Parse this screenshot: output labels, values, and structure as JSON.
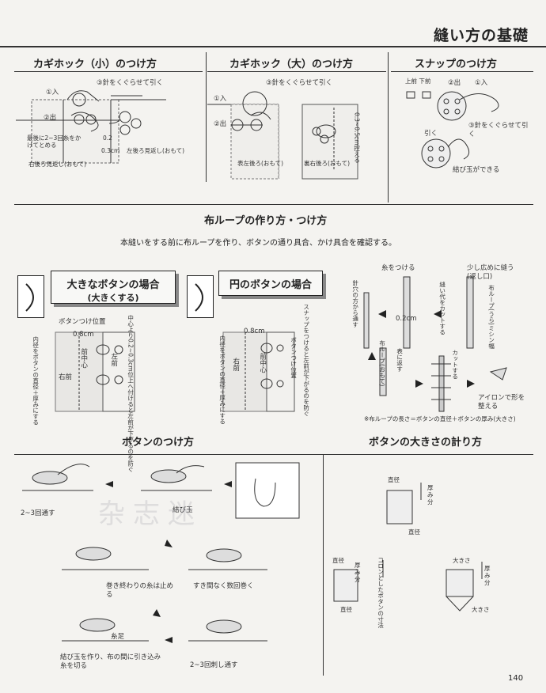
{
  "header": {
    "title": "縫い方の基礎"
  },
  "hook_small": {
    "title": "カギホック（小）のつけ方",
    "step1": "①入",
    "step2": "②出",
    "step3": "③針をくぐらせて引く",
    "note_finish": "最後に2~3回糸をかけてとめる",
    "dim_02": "0.2",
    "dim_03": "0.3cm",
    "label_right_back": "右後ろ見返し(おもて)",
    "label_left_back": "左後ろ見返し(おもて)"
  },
  "hook_large": {
    "title": "カギホック（大）のつけ方",
    "step1": "①入",
    "step2": "②出",
    "step3": "③針をくぐらせて引く",
    "label_left_back": "表左後ろ(おもて)",
    "label_right_back": "裏右後ろ(おもて)",
    "dim_note": "0.3~0.5cm控える"
  },
  "snap": {
    "title": "スナップのつけ方",
    "upper_lower": "上前 下前",
    "step2": "②出",
    "step1": "①入",
    "step3": "③針をくぐらせて引く",
    "pull": "引く",
    "knot": "結び玉ができる"
  },
  "loop": {
    "title": "布ループの作り方・つけ方",
    "intro": "本縫いをする前に布ループを作り、ボタンの通り具合、かけ具合を確認する。",
    "large_button_title": "大きなボタンの場合",
    "large_button_sub": "(大きくする)",
    "round_button_title": "円のボタンの場合",
    "btn_position": "ボタンつけ位置",
    "dim_08": "0.8cm",
    "front_center": "前中心",
    "right_front": "右前",
    "left_front": "左前",
    "inner_diam_note": "内径をボタンの直径＋厚みにする",
    "center_note": "中心より0.2~0.3cm位上へ付けると左前が下がるのを防ぐ",
    "snap_note": "スナップをつけると左前が下がるのを防ぐ",
    "snap_pos": "ボタンつけ位置",
    "thread_needle": "糸をつける",
    "through_needle": "針穴の方から通す",
    "dim_02": "0.2cm",
    "seam_allowance": "縫い代をカットする",
    "loop_wide": "少し広めに縫う(返し口)",
    "loop_machine": "布ループ(うら)ミシン幅",
    "turn": "表に返す",
    "loop_front": "布ループ(おもて)",
    "cut": "カットする",
    "iron": "アイロンで形を整える",
    "length_note": "※布ループの長さ＝ボタンの直径＋ボタンの厚み(大きさ)"
  },
  "button_sew": {
    "title": "ボタンのつけ方",
    "thread_2_3": "2~3回通す",
    "knot": "結び玉",
    "wind": "巻き終わりの糸は止める",
    "wind_tight": "すき間なく数回巻く",
    "shank": "糸足",
    "finish": "結び玉を作り、布の間に引き込み糸を切る",
    "pierce": "2~3回刺し通す"
  },
  "button_size": {
    "title": "ボタンの大きさの計り方",
    "diameter": "直径",
    "thickness": "厚み分",
    "convex_note": "コロンとしたボタンの寸法",
    "thickness2": "厚み分",
    "size": "大きさ",
    "thickness3": "厚み分"
  },
  "watermark": "杂志迷",
  "page_number": "140"
}
